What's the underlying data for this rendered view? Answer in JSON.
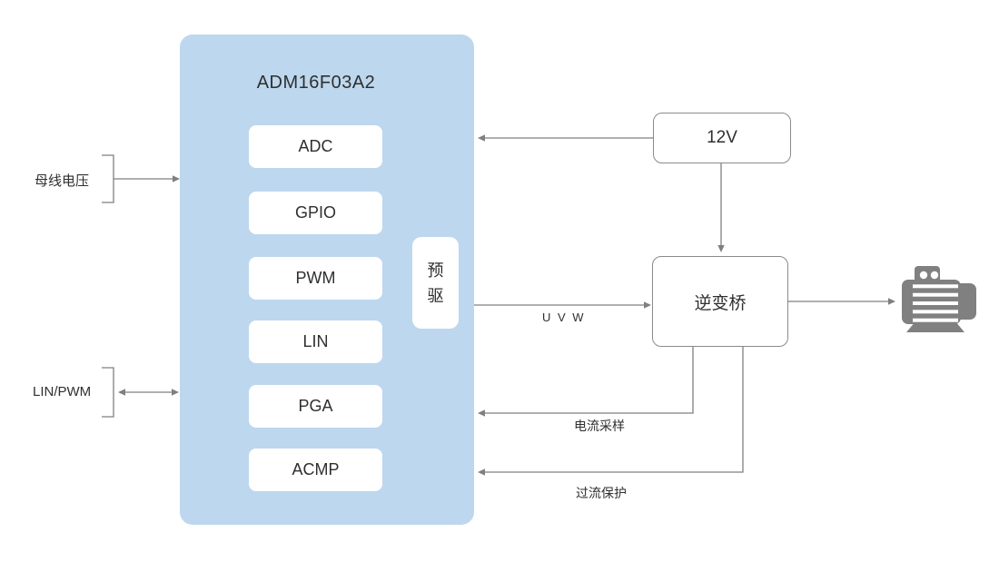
{
  "chip": {
    "title": "ADM16F03A2",
    "modules": [
      "ADC",
      "GPIO",
      "PWM",
      "LIN",
      "PGA",
      "ACMP"
    ],
    "predriver_label": "预驱"
  },
  "blocks": {
    "power_label": "12V",
    "inverter_label": "逆变桥"
  },
  "inputs": {
    "bus_voltage_label": "母线电压",
    "lin_pwm_label": "LIN/PWM"
  },
  "signals": {
    "uvw_label": "U V W",
    "current_sample_label": "电流采样",
    "overcurrent_label": "过流保护"
  },
  "icons": {
    "motor": "motor-icon"
  },
  "colors": {
    "chip_fill": "#bdd7ee",
    "module_fill": "#ffffff",
    "wire": "#7f7f7f",
    "box_border": "#8a8a8a",
    "motor_gray": "#808080",
    "text": "#2f2f2f"
  }
}
